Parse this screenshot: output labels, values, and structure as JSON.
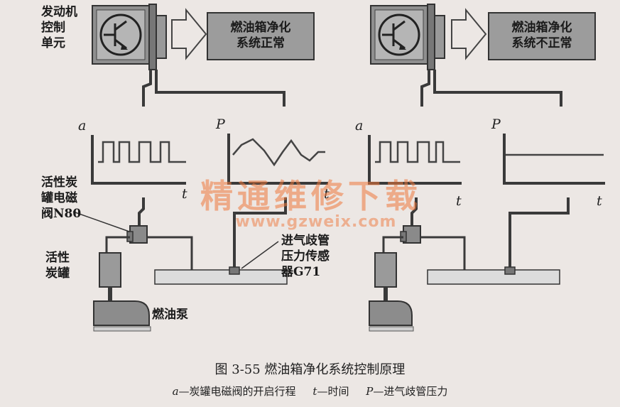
{
  "labels": {
    "ecu": [
      "发动机",
      "控制",
      "单元"
    ],
    "status_ok": [
      "燃油箱净化",
      "系统正常"
    ],
    "status_fault": [
      "燃油箱净化",
      "系统不正常"
    ],
    "solenoid": [
      "活性炭",
      "罐电磁",
      "阀N80"
    ],
    "canister": [
      "活性",
      "炭罐"
    ],
    "fuel_pump": "燃油泵",
    "map_sensor": [
      "进气歧管",
      "压力传感",
      "器G71"
    ]
  },
  "axes": {
    "a": "a",
    "p": "P",
    "t": "t"
  },
  "watermark": {
    "text": "精通维修下载",
    "url": "www.gzweix.com"
  },
  "caption": {
    "title": "图 3-55    燃油箱净化系统控制原理",
    "legend_a_sym": "a",
    "legend_a_text": "—炭罐电磁阀的开启行程",
    "legend_t_sym": "t",
    "legend_t_text": "—时间",
    "legend_p_sym": "P",
    "legend_p_text": "—进气歧管压力"
  },
  "colors": {
    "ink": "#3a3a3a",
    "box_fill": "#9c9c9c",
    "pipe_fill": "#dcdcdc",
    "watermark": "#ee783c"
  }
}
